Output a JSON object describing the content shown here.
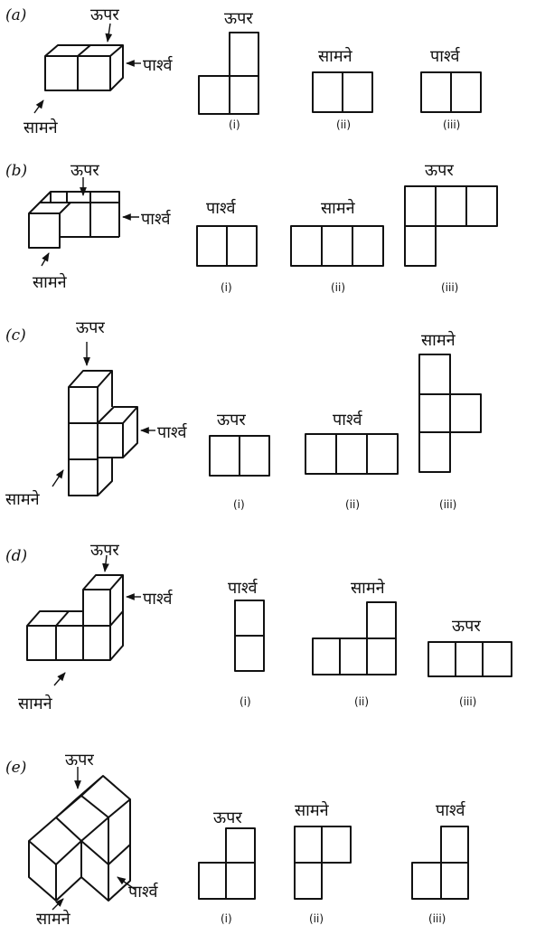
{
  "part_labels": [
    "(a)",
    "(b)",
    "(c)",
    "(d)",
    "(e)"
  ],
  "labels": {
    "top": "ऊपर",
    "front": "सामने",
    "side": "पार्श्व"
  },
  "view_numbers": [
    "(i)",
    "(ii)",
    "(iii)"
  ]
}
